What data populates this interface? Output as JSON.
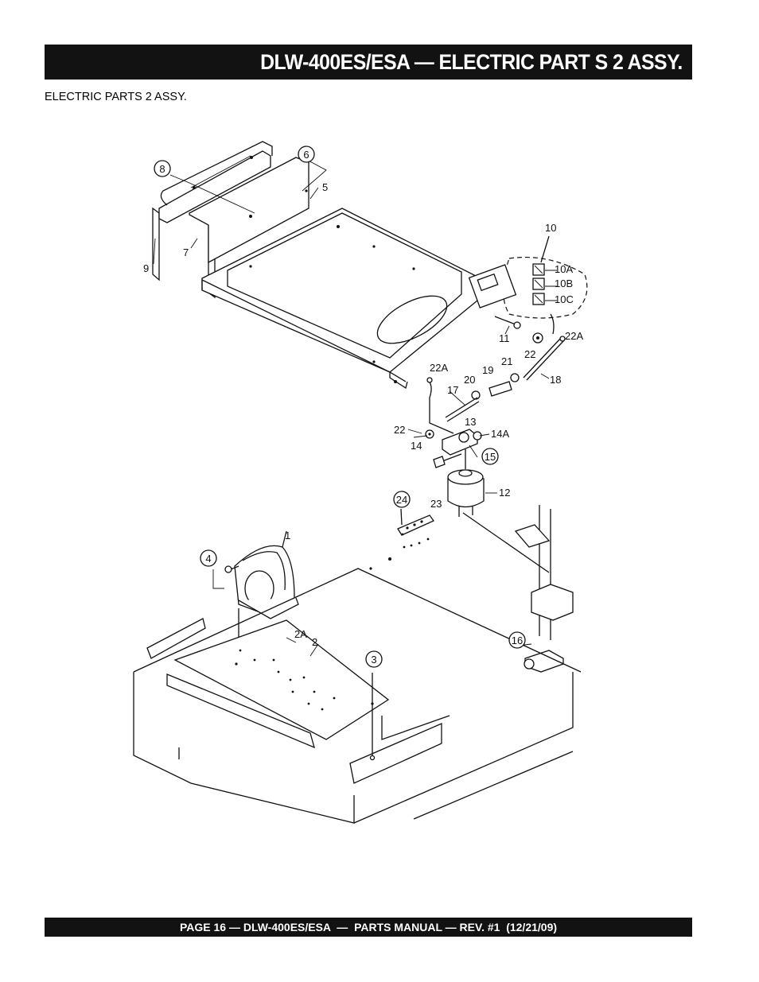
{
  "header": {
    "title": "DLW-400ES/ESA — ELECTRIC PART S 2  ASSY."
  },
  "section": {
    "subtitle": "ELECTRIC PARTS 2 ASSY."
  },
  "diagram": {
    "callouts": {
      "c1": "1",
      "c2": "2",
      "c2a": "2A",
      "c3": "3",
      "c4": "4",
      "c5": "5",
      "c6": "6",
      "c7": "7",
      "c8": "8",
      "c9": "9",
      "c10": "10",
      "c10a": "10A",
      "c10b": "10B",
      "c10c": "10C",
      "c11": "11",
      "c12": "12",
      "c13": "13",
      "c14": "14",
      "c14a": "14A",
      "c15": "15",
      "c16": "16",
      "c17": "17",
      "c18": "18",
      "c19": "19",
      "c20": "20",
      "c21": "21",
      "c22a": "22",
      "c22b": "22",
      "c22Aa": "22A",
      "c22Ab": "22A",
      "c23": "23",
      "c24": "24"
    }
  },
  "footer": {
    "text": "PAGE 16 — DLW-400ES/ESA  —  PARTS MANUAL — REV. #1  (12/21/09)"
  }
}
